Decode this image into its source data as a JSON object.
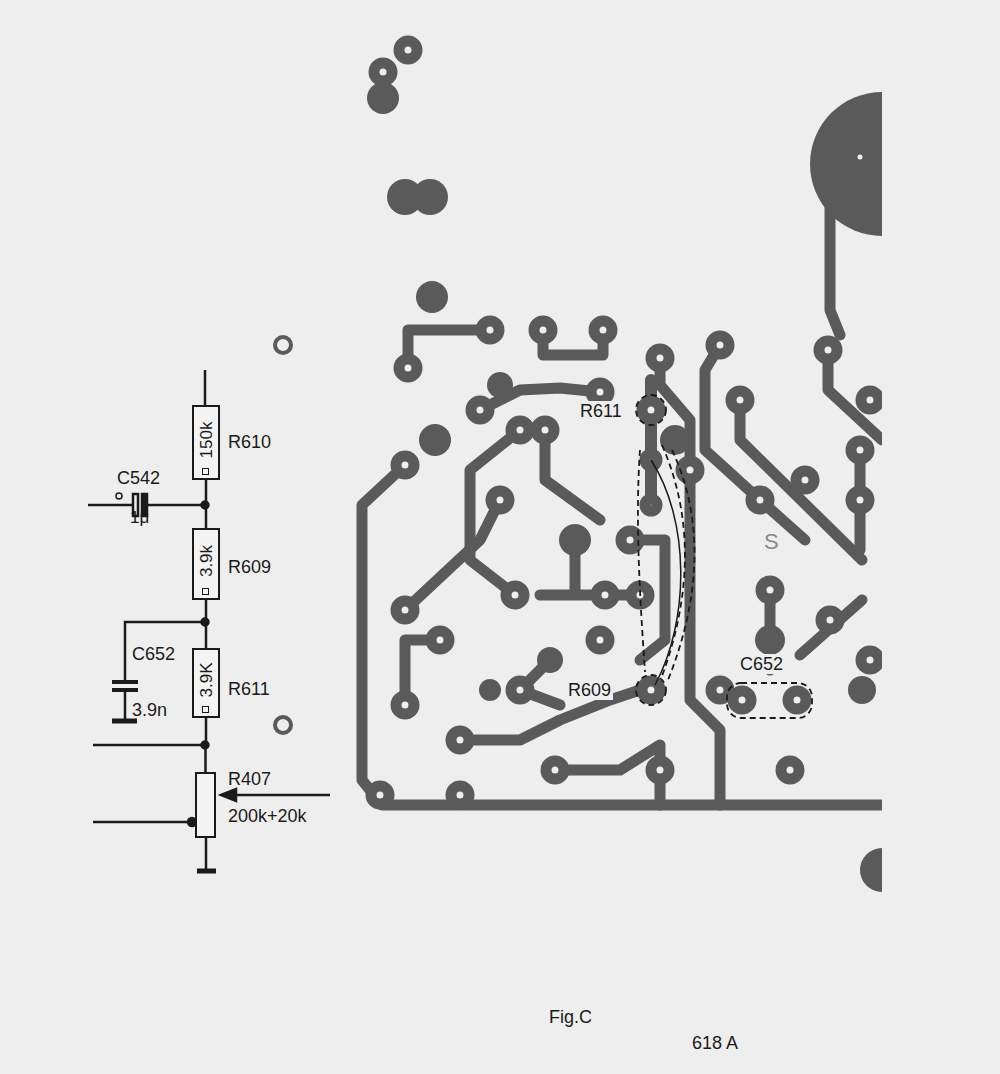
{
  "diagram": {
    "caption": "Fig.C",
    "nodes": [
      {
        "text": [
          "150k",
          "R610"
        ]
      },
      {
        "text": [
          "3.9k",
          "R609"
        ]
      },
      {
        "text": [
          "3.9K",
          "R611"
        ]
      },
      {
        "text": [
          "R407",
          "200k+20k"
        ]
      }
    ],
    "edges": [
      {
        "from": 0,
        "to": 1,
        "arrow": "none"
      },
      {
        "from": 1,
        "to": 2,
        "arrow": "none"
      },
      {
        "from": 2,
        "to": 3,
        "arrow": "none"
      }
    ],
    "labels": [
      "C542",
      "1μ",
      "C652",
      "3.9n",
      "R611",
      "R609",
      "C652",
      "S",
      "618 A"
    ]
  }
}
